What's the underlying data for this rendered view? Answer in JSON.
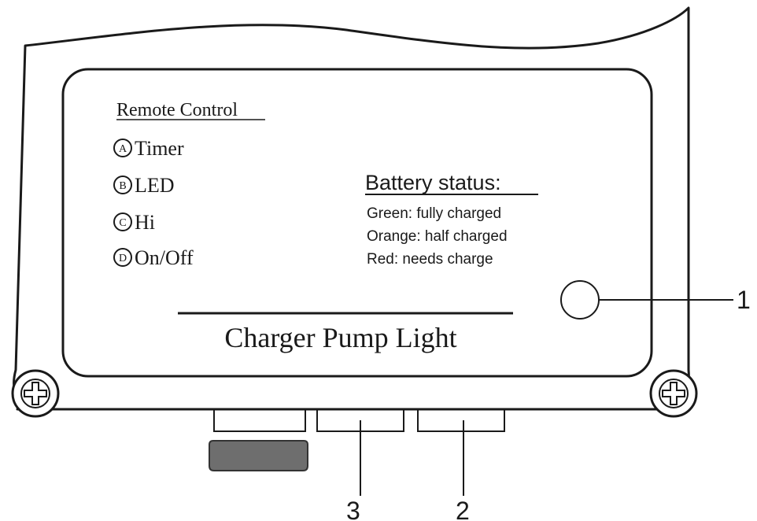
{
  "remote_control": {
    "title": "Remote Control",
    "buttons": [
      {
        "key": "A",
        "label": "Timer"
      },
      {
        "key": "B",
        "label": "LED"
      },
      {
        "key": "C",
        "label": "Hi"
      },
      {
        "key": "D",
        "label": "On/Off"
      }
    ]
  },
  "battery_status": {
    "title": "Battery status:",
    "lines": [
      "Green: fully charged",
      "Orange: half charged",
      "Red: needs charge"
    ]
  },
  "device_label": "Charger Pump Light",
  "callouts": {
    "indicator": "1",
    "port_right": "2",
    "port_left": "3"
  },
  "colors": {
    "line": "#1a1a1a",
    "connector_fill": "#6e6e6e",
    "background": "#ffffff"
  }
}
